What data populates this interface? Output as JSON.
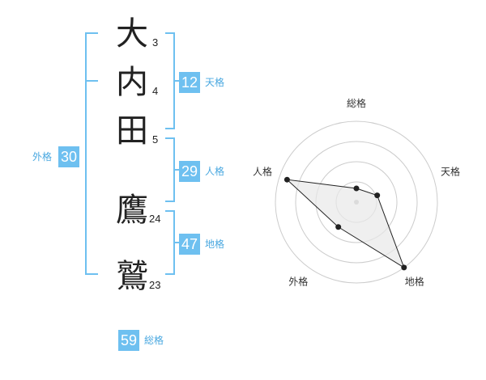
{
  "characters": [
    {
      "char": "大",
      "strokes": "3"
    },
    {
      "char": "内",
      "strokes": "4"
    },
    {
      "char": "田",
      "strokes": "5"
    },
    {
      "char": "鷹",
      "strokes": "24"
    },
    {
      "char": "鷲",
      "strokes": "23"
    }
  ],
  "kaku": {
    "tenkaku": {
      "value": "12",
      "label": "天格"
    },
    "jinkaku": {
      "value": "29",
      "label": "人格"
    },
    "chikaku": {
      "value": "47",
      "label": "地格"
    },
    "gaikaku": {
      "value": "30",
      "label": "外格"
    },
    "soukaku": {
      "value": "59",
      "label": "総格"
    }
  },
  "radar": {
    "axes": [
      "総格",
      "天格",
      "地格",
      "外格",
      "人格"
    ],
    "levels": 4,
    "values": [
      0.17,
      0.27,
      1.0,
      0.38,
      0.9
    ],
    "colors": {
      "ring": "#cccccc",
      "fill": "#e8e8e8",
      "line": "#222222",
      "point": "#222222",
      "center": "#bbbbbb"
    }
  },
  "colors": {
    "accent": "#6ec0f0"
  }
}
